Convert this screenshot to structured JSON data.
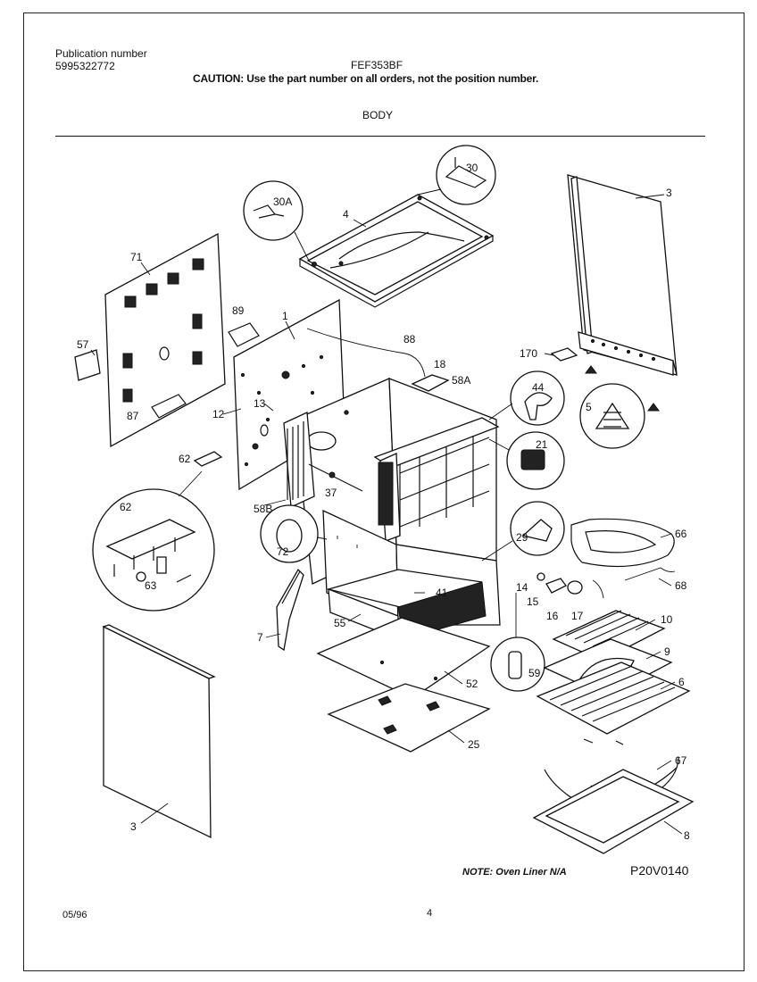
{
  "header": {
    "publication_label": "Publication number",
    "publication_number": "5995322772",
    "model": "FEF353BF",
    "caution": "CAUTION:  Use the part number on all orders, not the position number.",
    "section": "BODY"
  },
  "callouts": {
    "c30": "30",
    "c30A": "30A",
    "c4": "4",
    "c3a": "3",
    "c71": "71",
    "c57": "57",
    "c89": "89",
    "c1": "1",
    "c88": "88",
    "c18": "18",
    "c58A": "58A",
    "c170": "170",
    "c87": "87",
    "c12": "12",
    "c44": "44",
    "c5": "5",
    "c13": "13",
    "c21": "21",
    "c62a": "62",
    "c62b": "62",
    "c37": "37",
    "c58B": "58B",
    "c72": "72",
    "c29": "29",
    "c66": "66",
    "c68": "68",
    "c63": "63",
    "c14": "14",
    "c15": "15",
    "c16": "16",
    "c17": "17",
    "c41": "41",
    "c10": "10",
    "c7": "7",
    "c55": "55",
    "c9": "9",
    "c59": "59",
    "c6": "6",
    "c52": "52",
    "c25": "25",
    "c3b": "3",
    "c67": "67",
    "c8": "8"
  },
  "footer": {
    "note": "NOTE:  Oven Liner N/A",
    "figure_id": "P20V0140",
    "date": "05/96",
    "page_number": "4"
  }
}
